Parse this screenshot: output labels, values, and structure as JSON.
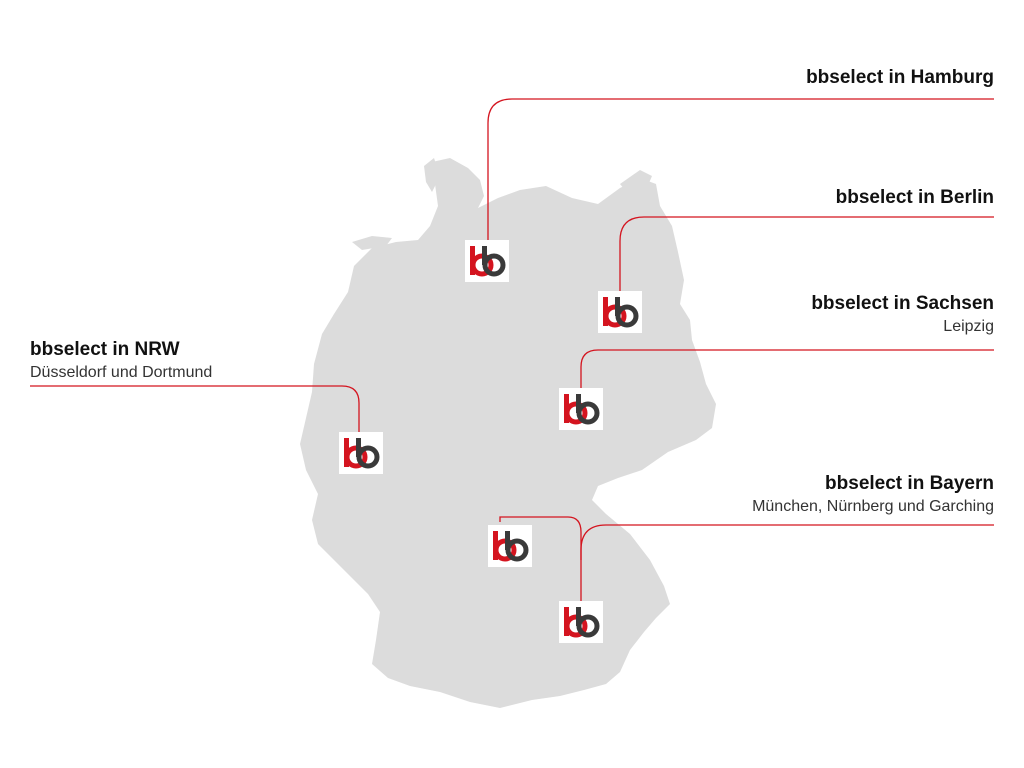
{
  "colors": {
    "map_fill": "#dcdcdc",
    "connector_line": "#d4141f",
    "logo_red": "#d4141f",
    "logo_dark": "#3a3a3a",
    "logo_bg": "#ffffff"
  },
  "logo": {
    "icon": "bb-logo-icon",
    "letters": "bb"
  },
  "locations": [
    {
      "id": "hamburg",
      "title": "bbselect in Hamburg",
      "subtitle": ""
    },
    {
      "id": "berlin",
      "title": "bbselect in Berlin",
      "subtitle": ""
    },
    {
      "id": "sachsen",
      "title": "bbselect in Sachsen",
      "subtitle": "Leipzig"
    },
    {
      "id": "nrw",
      "title": "bbselect in NRW",
      "subtitle": "Düsseldorf und Dortmund"
    },
    {
      "id": "bayern",
      "title": "bbselect in Bayern",
      "subtitle": "München, Nürnberg und Garching"
    }
  ]
}
